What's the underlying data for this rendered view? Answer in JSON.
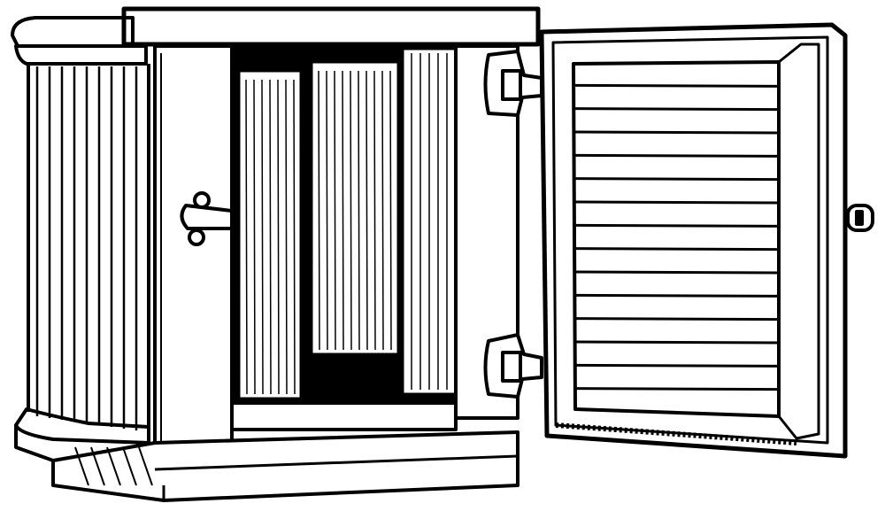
{
  "illustration": {
    "subject": "cabinet-with-open-louvered-door",
    "colors": {
      "ink": "#000000",
      "paper": "#ffffff"
    },
    "louver_count": 14,
    "column_flute_count": 9
  }
}
